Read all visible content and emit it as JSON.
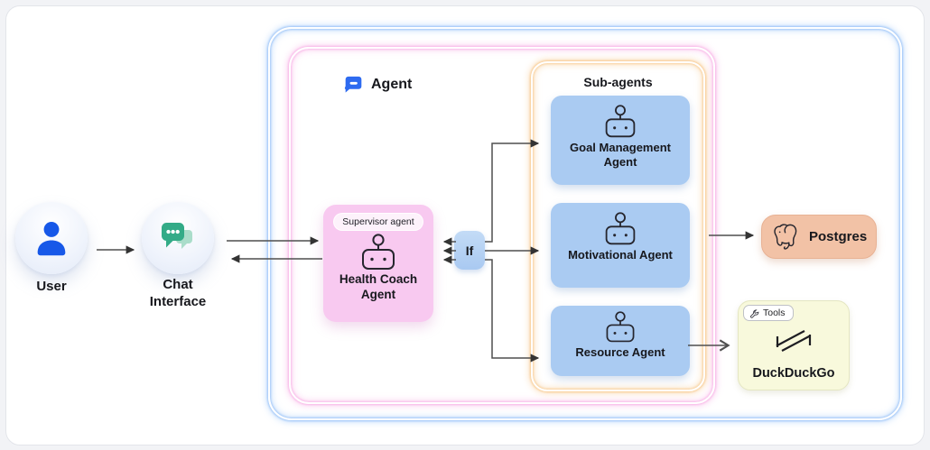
{
  "user": {
    "label": "User"
  },
  "chat": {
    "label": "Chat Interface"
  },
  "agent": {
    "label": "Agent"
  },
  "supervisor": {
    "badge": "Supervisor agent",
    "label": "Health Coach Agent"
  },
  "condition": {
    "label": "If"
  },
  "subagents": {
    "title": "Sub-agents",
    "items": [
      {
        "label": "Goal Management Agent"
      },
      {
        "label": "Motivational Agent"
      },
      {
        "label": "Resource Agent"
      }
    ]
  },
  "integrations": {
    "postgres": {
      "label": "Postgres"
    },
    "duckduckgo": {
      "label": "DuckDuckGo",
      "badge": "Tools"
    }
  },
  "icons": {
    "user": "person-icon",
    "chat": "chat-bubbles-icon",
    "agent": "chat-bubble-icon",
    "supervisor": "robot-icon",
    "postgres": "postgres-elephant-icon",
    "duckduckgo": "zigzag-icon",
    "tools": "wrench-icon"
  },
  "colors": {
    "agent_container_glow": "#8cb9f3",
    "supervisor_container_glow": "#f6a0e1",
    "subagents_panel_glow": "#f6ba6e",
    "supervisor_box": "#f8c9f0",
    "subagent_box": "#aacbf2",
    "condition_box": "#b7d3f2",
    "postgres_box": "#f2c2a6",
    "duckduckgo_box": "#f8f9dc",
    "user_icon_blue": "#1758e8",
    "chat_icon_green": "#33ab87",
    "agent_icon_blue": "#2e6bf0",
    "arrow": "#4f4f4f"
  }
}
